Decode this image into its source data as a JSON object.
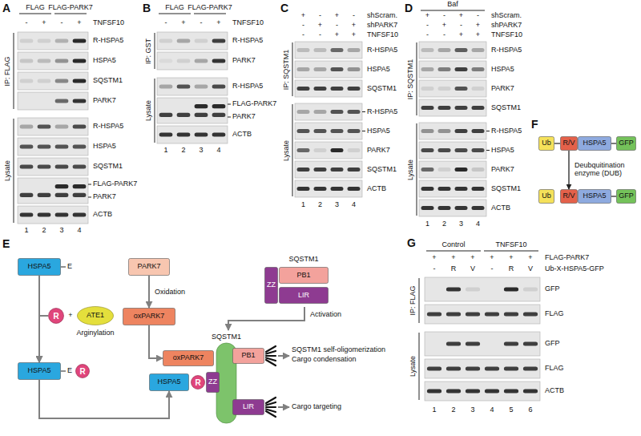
{
  "diagram": {
    "nodes": [
      {
        "text": [
          "HSPA5"
        ]
      },
      {
        "text": [
          "R"
        ]
      },
      {
        "text": [
          "ATE1"
        ]
      },
      {
        "text": [
          "HSPA5"
        ]
      },
      {
        "text": [
          "R"
        ]
      },
      {
        "text": [
          "PARK7"
        ]
      },
      {
        "text": [
          "oxPARK7"
        ]
      },
      {
        "text": [
          "SQSTM1"
        ]
      },
      {
        "text": [
          "ZZ"
        ],
        "in": 7
      },
      {
        "text": [
          "PB1"
        ],
        "in": 7
      },
      {
        "text": [
          "LIR"
        ],
        "in": 7
      },
      {
        "text": [
          "SQSTM1"
        ]
      },
      {
        "text": [
          "PB1"
        ],
        "in": 11
      },
      {
        "text": [
          "ZZ"
        ],
        "in": 11
      },
      {
        "text": [
          "LIR"
        ],
        "in": 11
      },
      {
        "text": [
          "oxPARK7"
        ]
      },
      {
        "text": [
          "HSPA5"
        ]
      },
      {
        "text": [
          "R"
        ]
      },
      {
        "text": [
          "Ub"
        ]
      },
      {
        "text": [
          "R/V"
        ]
      },
      {
        "text": [
          "HSPA5"
        ]
      },
      {
        "text": [
          "GFP"
        ]
      },
      {
        "text": [
          "Ub"
        ]
      },
      {
        "text": [
          "R/V"
        ]
      },
      {
        "text": [
          "HSPA5"
        ]
      },
      {
        "text": [
          "GFP"
        ]
      }
    ],
    "edges": [
      {
        "from": 0,
        "to": 3,
        "arrow": "to"
      },
      {
        "from": 1,
        "to": 3,
        "arrow": "to"
      },
      {
        "from": 3,
        "to": 16,
        "arrow": "to"
      },
      {
        "from": 5,
        "to": 6,
        "label": "Oxidation",
        "arrow": "to"
      },
      {
        "from": 6,
        "to": 15,
        "arrow": "to"
      },
      {
        "from": 7,
        "to": 11,
        "label": "Activation",
        "arrow": "to"
      },
      {
        "from": 18,
        "to": 19,
        "arrow": "none"
      },
      {
        "from": 20,
        "to": 21,
        "arrow": "none"
      },
      {
        "from": 19,
        "to": 23,
        "label": "Deubquitination enzyme (DUB)",
        "arrow": "to"
      },
      {
        "from": 24,
        "to": 25,
        "arrow": "none"
      }
    ],
    "labels": [
      "A",
      "FLAG",
      "FLAG-PARK7",
      "-",
      "+",
      "-",
      "+",
      "TNFSF10",
      "IP: FLAG",
      "R-HSPA5",
      "HSPA5",
      "SQSTM1",
      "PARK7",
      "Lysate",
      "R-HSPA5",
      "HSPA5",
      "SQSTM1",
      "FLAG-PARK7",
      "PARK7",
      "ACTB",
      "1",
      "2",
      "3",
      "4",
      "B",
      "FLAG",
      "FLAG-PARK7",
      "-",
      "+",
      "-",
      "+",
      "TNFSF10",
      "IP: GST",
      "R-HSPA5",
      "PARK7",
      "Lysate",
      "R-HSPA5",
      "FLAG-PARK7",
      "PARK7",
      "ACTB",
      "1",
      "2",
      "3",
      "4",
      "C",
      "+",
      "-",
      "+",
      "-",
      "shScram.",
      "-",
      "+",
      "-",
      "+",
      "shPARK7",
      "-",
      "-",
      "+",
      "+",
      "TNFSF10",
      "IP: SQSTM1",
      "R-HSPA5",
      "HSPA5",
      "SQSTM1",
      "Lysate",
      "R-HSPA5",
      "HSPA5",
      "PARK7",
      "SQSTM1",
      "ACTB",
      "1",
      "2",
      "3",
      "4",
      "D",
      "Baf",
      "+",
      "-",
      "+",
      "-",
      "shScram.",
      "-",
      "+",
      "-",
      "+",
      "shPARK7",
      "-",
      "-",
      "+",
      "+",
      "TNFSF10",
      "IP: SQSTM1",
      "R-HSPA5",
      "HSPA5",
      "PARK7",
      "SQSTM1",
      "Lysate",
      "R-HSPA5",
      "HSPA5",
      "PARK7",
      "SQSTM1",
      "ACTB",
      "1",
      "2",
      "3",
      "4",
      "F",
      "E",
      "E",
      "+",
      "Arginylation",
      "E",
      "SQSTM1 self-oligomerization",
      "Cargo condensation",
      "Cargo targeting",
      "G",
      "Control",
      "TNFSF10",
      "+",
      "+",
      "+",
      "+",
      "+",
      "+",
      "FLAG-PARK7",
      "-",
      "R",
      "V",
      "-",
      "R",
      "V",
      "Ub-X-HSPA5-GFP",
      "IP: FLAG",
      "GFP",
      "FLAG",
      "Lysate",
      "GFP",
      "FLAG",
      "ACTB",
      "1",
      "2",
      "3",
      "4",
      "5",
      "6"
    ]
  }
}
